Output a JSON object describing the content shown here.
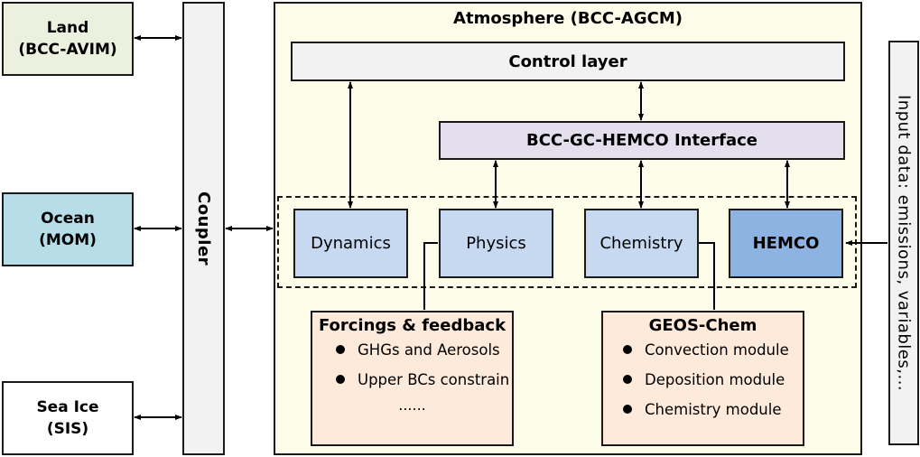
{
  "diagram": {
    "external_components": [
      {
        "id": "land",
        "line1": "Land",
        "line2": "(BCC-AVIM)",
        "color": "#ebf1de"
      },
      {
        "id": "ocean",
        "line1": "Ocean",
        "line2": "(MOM)",
        "color": "#b7dee8"
      },
      {
        "id": "seaice",
        "line1": "Sea Ice",
        "line2": "(SIS)",
        "color": "#ffffff"
      }
    ],
    "coupler": {
      "label": "Coupler"
    },
    "atmosphere": {
      "title": "Atmosphere (BCC-AGCM)",
      "control_layer": "Control layer",
      "interface": "BCC-GC-HEMCO Interface",
      "modules": [
        {
          "id": "dynamics",
          "label": "Dynamics"
        },
        {
          "id": "physics",
          "label": "Physics"
        },
        {
          "id": "chemistry",
          "label": "Chemistry"
        },
        {
          "id": "hemco",
          "label": "HEMCO"
        }
      ],
      "forcings": {
        "title": "Forcings & feedback",
        "items": [
          "GHGs and Aerosols",
          "Upper BCs constrain"
        ],
        "more": "......"
      },
      "geos_chem": {
        "title": "GEOS-Chem",
        "items": [
          "Convection module",
          "Deposition module",
          "Chemistry module"
        ]
      }
    },
    "input_data": {
      "label": "Input data: emissions, variables,..."
    },
    "colors": {
      "atmosphere_bg": "#fdfde9",
      "module_bg": "#c6d9f1",
      "hemco_bg": "#8db3e2",
      "interface_bg": "#e4dfec",
      "submodel_bg": "#fdeada",
      "gray_bg": "#f2f2f2"
    }
  }
}
